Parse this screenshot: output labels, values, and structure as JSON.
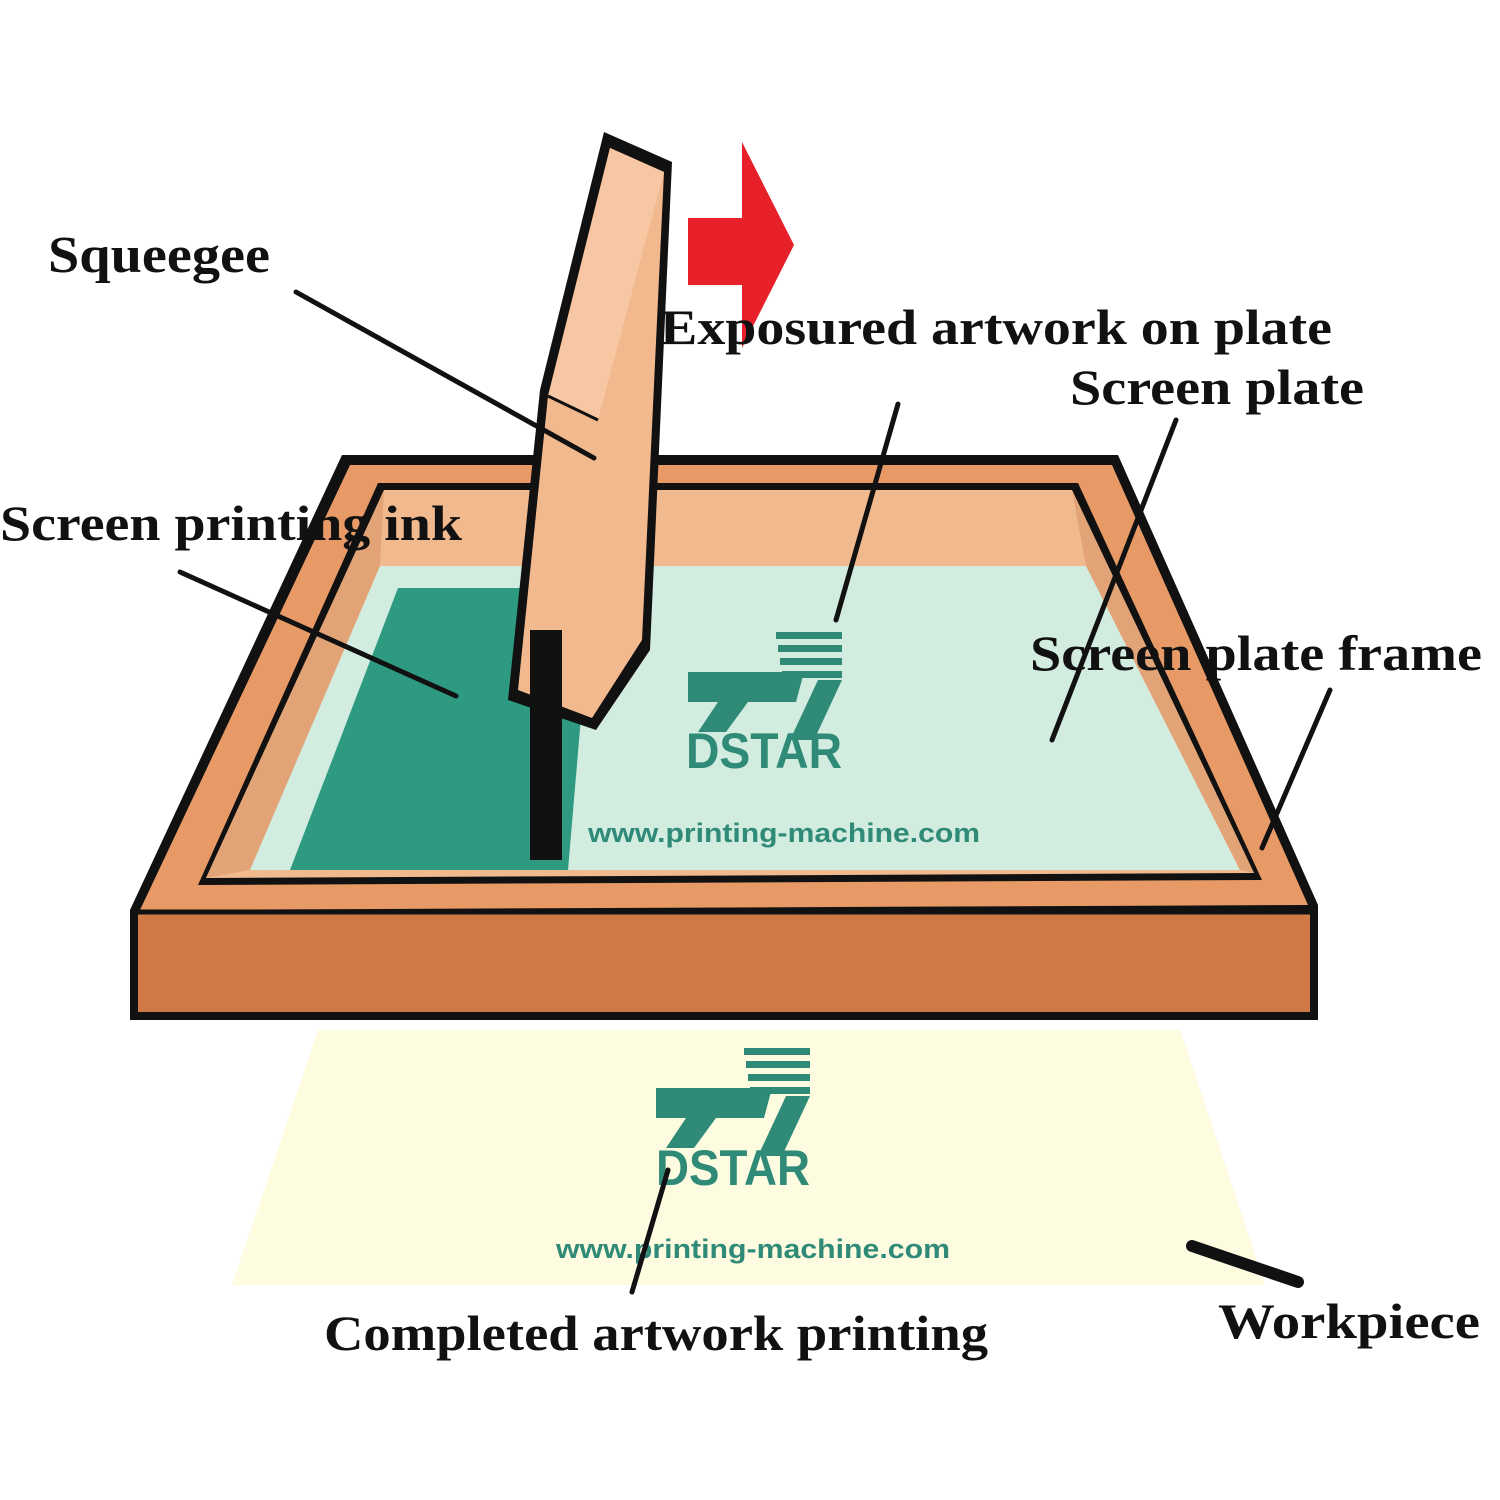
{
  "labels": {
    "squeegee": "Squeegee",
    "exposured_artwork": "Exposured artwork on plate",
    "screen_plate": "Screen plate",
    "screen_printing_ink": "Screen printing ink",
    "screen_plate_frame": "Screen plate frame",
    "completed_artwork": "Completed artwork printing",
    "workpiece": "Workpiece"
  },
  "watermarks": [
    {
      "brand": "DSTAR",
      "url": "www.printing-machine.com"
    },
    {
      "brand": "DSTAR",
      "url": "www.printing-machine.com"
    }
  ],
  "colors": {
    "frame": "#cf7a46",
    "frame_inner": "#f0b98e",
    "mesh": "#d3ece0",
    "ink": "#2f9a82",
    "squeegee": "#f2b88e",
    "arrow": "#e8202a",
    "workpiece": "#fdfbe0",
    "watermark": "#2f8a78",
    "outline": "#111111"
  },
  "icons": [
    "red-arrow-right-icon",
    "dstar-logo-icon"
  ]
}
